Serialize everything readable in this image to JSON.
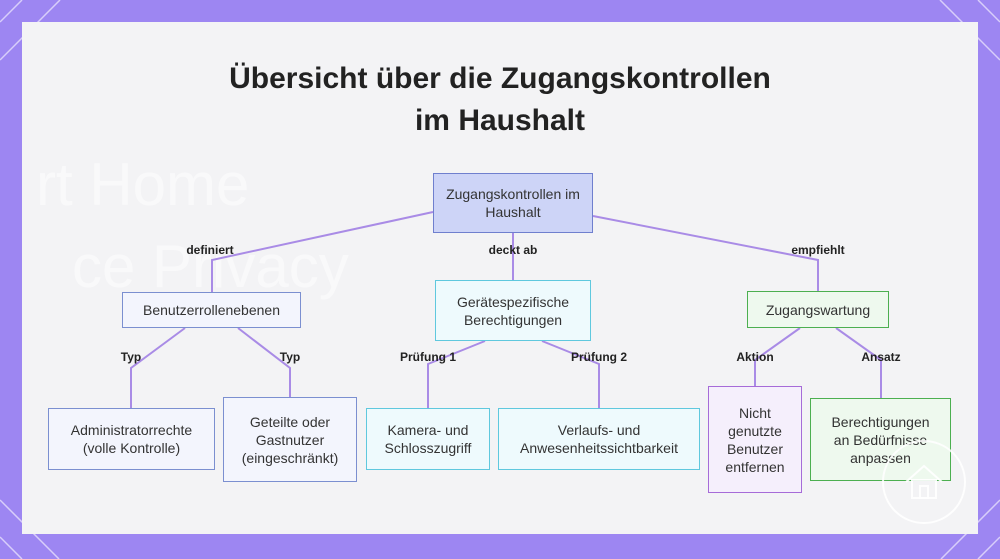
{
  "title_line1": "Übersicht über die Zugangskontrollen",
  "title_line2": "im Haushalt",
  "background_text": {
    "line1": "rt Home",
    "line2": "ce Privacy"
  },
  "colors": {
    "frame": "#9d86f2",
    "edge": "#a98be6"
  },
  "nodes": {
    "root": "Zugangskontrollen im Haushalt",
    "user_roles": "Benutzerrollenebenen",
    "device_perms": "Gerätespezifische Berechtigungen",
    "maintenance": "Zugangswartung",
    "admin": "Administratorrechte (volle Kontrolle)",
    "guest": "Geteilte oder Gastnutzer (eingeschränkt)",
    "camera": "Kamera- und Schlosszugriff",
    "history": "Verlaufs- und Anwesenheitssichtbarkeit",
    "remove": "Nicht genutzte Benutzer entfernen",
    "adjust": "Berechtigungen an Bedürfnisse anpassen"
  },
  "edge_labels": {
    "defines": "definiert",
    "covers": "deckt ab",
    "recommends": "empfiehlt",
    "type_1": "Typ",
    "type_2": "Typ",
    "check_1": "Prüfung 1",
    "check_2": "Prüfung 2",
    "action": "Aktion",
    "approach": "Ansatz"
  },
  "logo_icon": "house-icon"
}
